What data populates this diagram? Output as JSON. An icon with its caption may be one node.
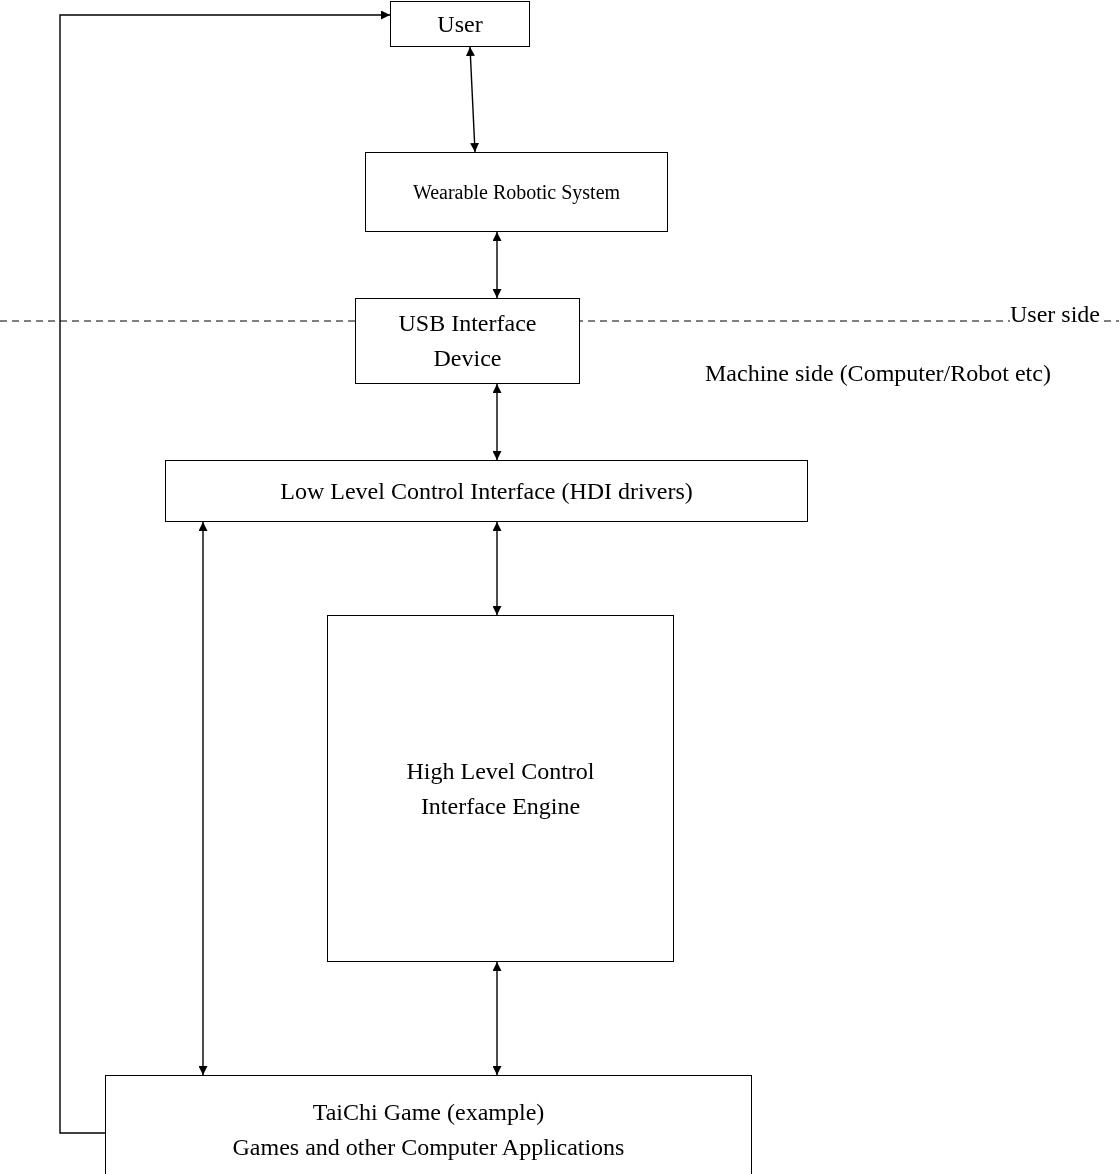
{
  "diagram": {
    "nodes": [
      {
        "text": [
          "User"
        ]
      },
      {
        "text": [
          "Wearable Robotic System"
        ]
      },
      {
        "text": [
          "USB Interface Device"
        ]
      },
      {
        "text": [
          "Low Level Control Interface (HDI drivers)"
        ]
      },
      {
        "text": [
          "High Level Control Interface Engine"
        ]
      },
      {
        "text": [
          "TaiChi Game (example)",
          "Games and other Computer Applications"
        ]
      }
    ],
    "edges": [
      {
        "from": 0,
        "to": 1,
        "arrow": "both"
      },
      {
        "from": 1,
        "to": 2,
        "arrow": "both"
      },
      {
        "from": 2,
        "to": 3,
        "arrow": "both"
      },
      {
        "from": 3,
        "to": 4,
        "arrow": "both"
      },
      {
        "from": 3,
        "to": 5,
        "arrow": "both"
      },
      {
        "from": 4,
        "to": 5,
        "arrow": "both"
      },
      {
        "from": 5,
        "to": 0,
        "arrow": "to"
      }
    ],
    "labels": [
      "User side",
      "Machine side (Computer/Robot etc)"
    ]
  }
}
